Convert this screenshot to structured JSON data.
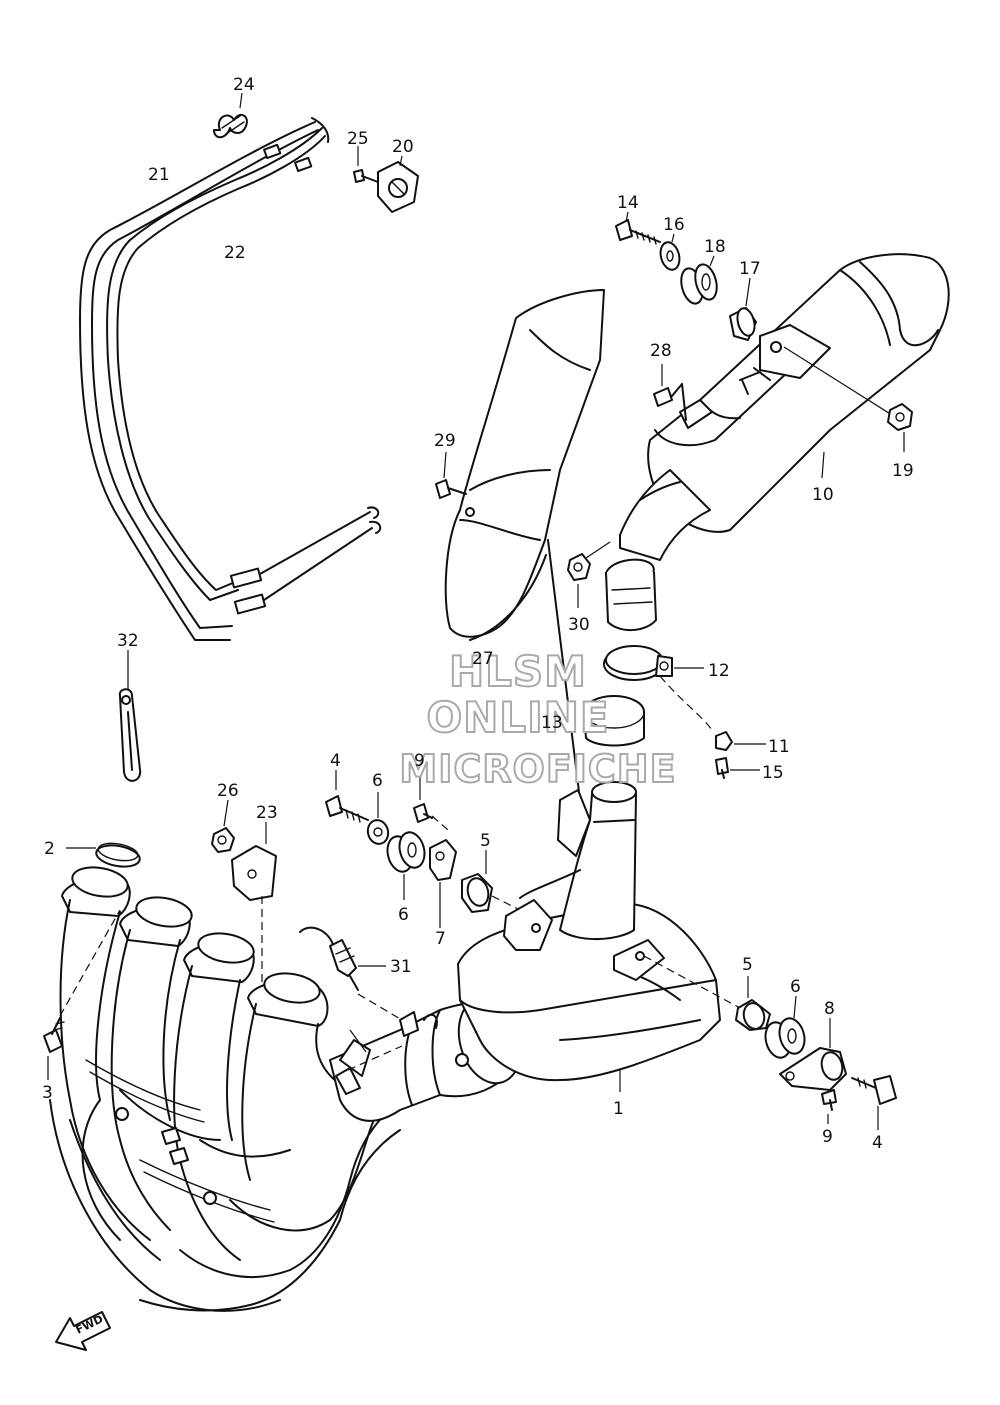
{
  "diagram": {
    "labels": [
      {
        "id": "24",
        "text": "24"
      },
      {
        "id": "21",
        "text": "21"
      },
      {
        "id": "22",
        "text": "22"
      },
      {
        "id": "25",
        "text": "25"
      },
      {
        "id": "20",
        "text": "20"
      },
      {
        "id": "14",
        "text": "14"
      },
      {
        "id": "16",
        "text": "16"
      },
      {
        "id": "18",
        "text": "18"
      },
      {
        "id": "17",
        "text": "17"
      },
      {
        "id": "28",
        "text": "28"
      },
      {
        "id": "29",
        "text": "29"
      },
      {
        "id": "19",
        "text": "19"
      },
      {
        "id": "10",
        "text": "10"
      },
      {
        "id": "30",
        "text": "30"
      },
      {
        "id": "32",
        "text": "32"
      },
      {
        "id": "27",
        "text": "27"
      },
      {
        "id": "12",
        "text": "12"
      },
      {
        "id": "13",
        "text": "13"
      },
      {
        "id": "11",
        "text": "11"
      },
      {
        "id": "15",
        "text": "15"
      },
      {
        "id": "4a",
        "text": "4"
      },
      {
        "id": "6a",
        "text": "6"
      },
      {
        "id": "9a",
        "text": "9"
      },
      {
        "id": "26",
        "text": "26"
      },
      {
        "id": "23",
        "text": "23"
      },
      {
        "id": "5a",
        "text": "5"
      },
      {
        "id": "2",
        "text": "2"
      },
      {
        "id": "6b",
        "text": "6"
      },
      {
        "id": "7",
        "text": "7"
      },
      {
        "id": "31",
        "text": "31"
      },
      {
        "id": "5b",
        "text": "5"
      },
      {
        "id": "6c",
        "text": "6"
      },
      {
        "id": "8",
        "text": "8"
      },
      {
        "id": "3",
        "text": "3"
      },
      {
        "id": "1",
        "text": "1"
      },
      {
        "id": "9b",
        "text": "9"
      },
      {
        "id": "4b",
        "text": "4"
      }
    ],
    "watermark": [
      "HLSM",
      "ONLINE",
      "MICROFICHE"
    ],
    "fwd_label": "FWD"
  }
}
